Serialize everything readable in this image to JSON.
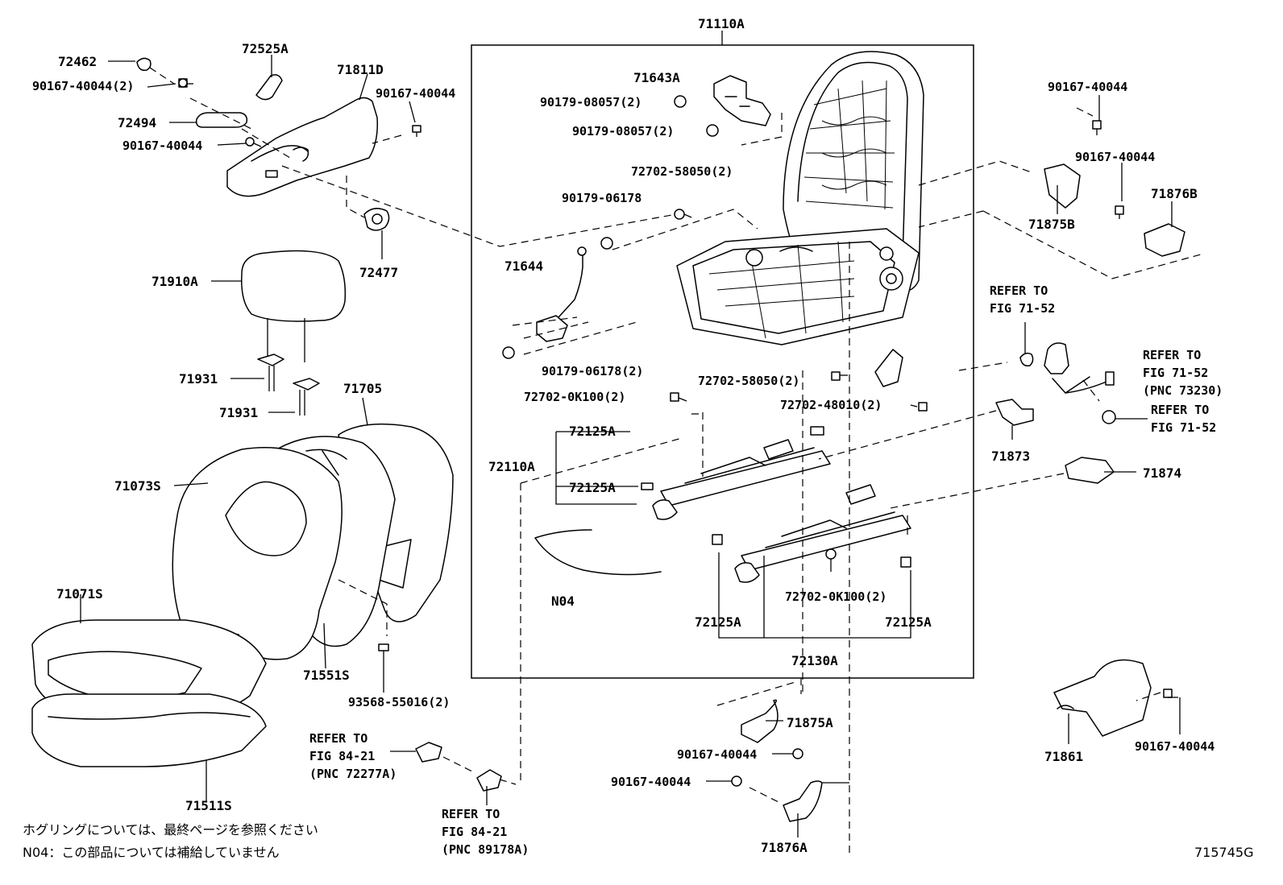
{
  "labels": {
    "p71110A": "71110A",
    "p72462": "72462",
    "p72525A": "72525A",
    "p71811D": "71811D",
    "p90167_40044_2_a": "90167-40044(2)",
    "p90167_40044_a": "90167-40044",
    "p72494": "72494",
    "p90167_40044_b": "90167-40044",
    "p72477": "72477",
    "p71643A": "71643A",
    "p90179_08057_2_a": "90179-08057(2)",
    "p90179_08057_2_b": "90179-08057(2)",
    "p72702_58050_2_a": "72702-58050(2)",
    "p90179_06178": "90179-06178",
    "p71644": "71644",
    "p90179_06178_2": "90179-06178(2)",
    "p72702_58050_2_b": "72702-58050(2)",
    "p72702_0K100_2_a": "72702-0K100(2)",
    "p72702_48010_2": "72702-48010(2)",
    "p72125A_a": "72125A",
    "p72110A": "72110A",
    "p72125A_b": "72125A",
    "pN04": "N04",
    "p72702_0K100_2_b": "72702-0K100(2)",
    "p72125A_c": "72125A",
    "p72125A_d": "72125A",
    "p72130A": "72130A",
    "p90167_40044_c": "90167-40044",
    "p90167_40044_d": "90167-40044",
    "p71875B": "71875B",
    "p71876B": "71876B",
    "refer_fig7152_a_l1": "REFER TO",
    "refer_fig7152_a_l2": "FIG 71-52",
    "refer_fig7152_b_l1": "REFER TO",
    "refer_fig7152_b_l2": "FIG 71-52",
    "refer_fig7152_b_l3": "(PNC 73230)",
    "refer_fig7152_c_l1": "REFER TO",
    "refer_fig7152_c_l2": "FIG 71-52",
    "p71873": "71873",
    "p71874": "71874",
    "p71910A": "71910A",
    "p71931_a": "71931",
    "p71931_b": "71931",
    "p71705": "71705",
    "p71073S": "71073S",
    "p71071S": "71071S",
    "p71551S": "71551S",
    "p93568_55016_2": "93568-55016(2)",
    "p71511S": "71511S",
    "refer_fig8421_a_l1": "REFER TO",
    "refer_fig8421_a_l2": "FIG 84-21",
    "refer_fig8421_a_l3": "(PNC 72277A)",
    "refer_fig8421_b_l1": "REFER TO",
    "refer_fig8421_b_l2": "FIG 84-21",
    "refer_fig8421_b_l3": "(PNC 89178A)",
    "p71875A": "71875A",
    "p90167_40044_e": "90167-40044",
    "p90167_40044_f": "90167-40044",
    "p71876A": "71876A",
    "p71861": "71861",
    "p90167_40044_g": "90167-40044"
  },
  "notes": {
    "line1": "ホグリングについては、最終ページを参照ください",
    "line2": "N04：この部品については補給していません"
  },
  "figure_id": "715745G"
}
